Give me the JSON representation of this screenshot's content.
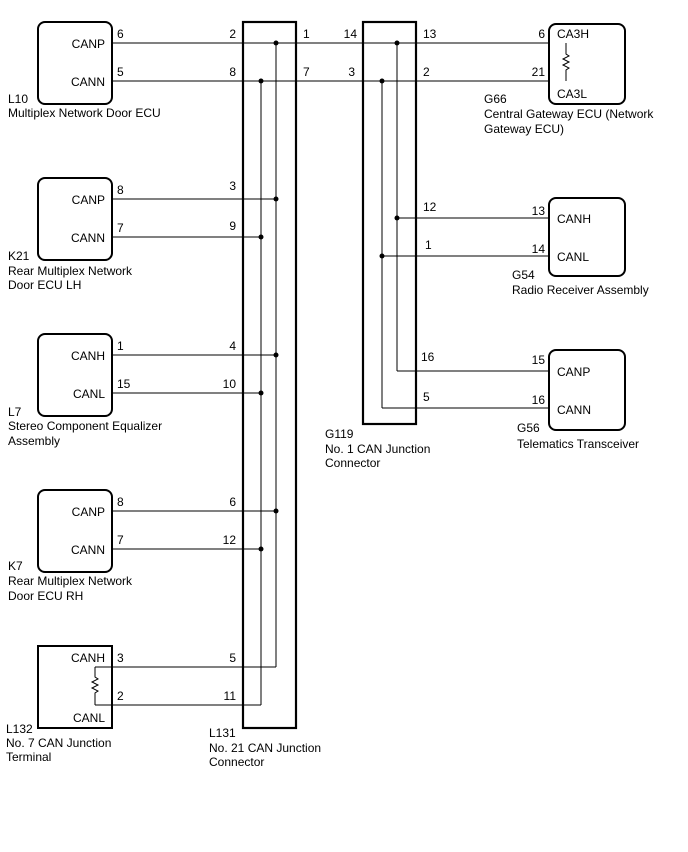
{
  "ecus": [
    {
      "code": "L10",
      "name_lines": [
        "Multiplex Network Door ECU"
      ],
      "pins": [
        {
          "signal": "CANP",
          "pin": "6"
        },
        {
          "signal": "CANN",
          "pin": "5"
        }
      ]
    },
    {
      "code": "K21",
      "name_lines": [
        "Rear Multiplex Network",
        "Door ECU LH"
      ],
      "pins": [
        {
          "signal": "CANP",
          "pin": "8"
        },
        {
          "signal": "CANN",
          "pin": "7"
        }
      ]
    },
    {
      "code": "L7",
      "name_lines": [
        "Stereo Component Equalizer",
        "Assembly"
      ],
      "pins": [
        {
          "signal": "CANH",
          "pin": "1"
        },
        {
          "signal": "CANL",
          "pin": "15"
        }
      ]
    },
    {
      "code": "K7",
      "name_lines": [
        "Rear Multiplex Network",
        "Door ECU RH"
      ],
      "pins": [
        {
          "signal": "CANP",
          "pin": "8"
        },
        {
          "signal": "CANN",
          "pin": "7"
        }
      ]
    },
    {
      "code": "L132",
      "name_lines": [
        "No. 7 CAN Junction",
        "Terminal"
      ],
      "pins": [
        {
          "signal": "CANH",
          "pin": "3"
        },
        {
          "signal": "CANL",
          "pin": "2"
        }
      ]
    },
    {
      "code": "G66",
      "name_lines": [
        "Central Gateway ECU (Network",
        "Gateway ECU)"
      ],
      "pins": [
        {
          "signal": "CA3H",
          "pin": "6"
        },
        {
          "signal": "CA3L",
          "pin": "21"
        }
      ]
    },
    {
      "code": "G54",
      "name_lines": [
        "Radio Receiver Assembly"
      ],
      "pins": [
        {
          "signal": "CANH",
          "pin": "13"
        },
        {
          "signal": "CANL",
          "pin": "14"
        }
      ]
    },
    {
      "code": "G56",
      "name_lines": [
        "Telematics Transceiver"
      ],
      "pins": [
        {
          "signal": "CANP",
          "pin": "15"
        },
        {
          "signal": "CANN",
          "pin": "16"
        }
      ]
    }
  ],
  "junctions": [
    {
      "code": "L131",
      "name_lines": [
        "No. 21 CAN Junction",
        "Connector"
      ],
      "left_pins": [
        "2",
        "8",
        "3",
        "9",
        "4",
        "10",
        "6",
        "12",
        "5",
        "11"
      ],
      "right_pins": [
        "1",
        "7"
      ]
    },
    {
      "code": "G119",
      "name_lines": [
        "No. 1 CAN Junction",
        "Connector"
      ],
      "left_pins": [
        "14",
        "3"
      ],
      "right_pins": [
        "13",
        "2",
        "12",
        "1",
        "16",
        "5"
      ]
    }
  ]
}
